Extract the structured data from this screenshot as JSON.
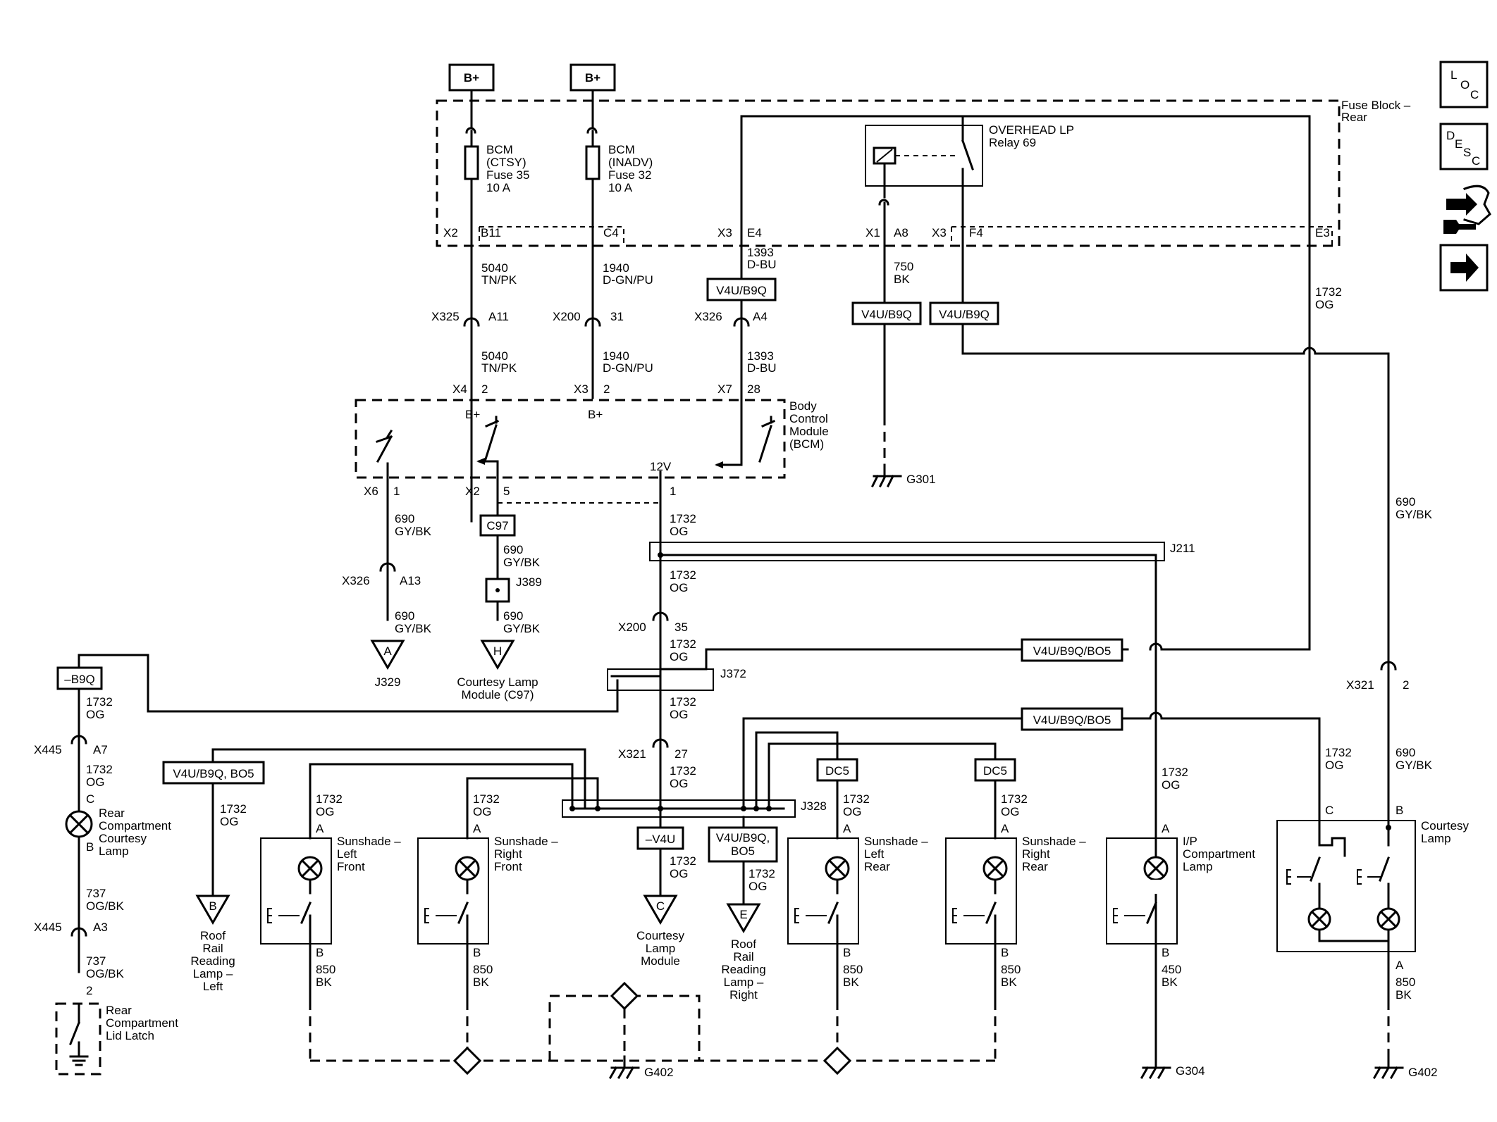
{
  "battery": [
    "B+",
    "B+"
  ],
  "fuse_block": {
    "name": "Fuse Block –",
    "name2": "Rear"
  },
  "fuses": [
    {
      "l1": "BCM",
      "l2": "(CTSY)",
      "l3": "Fuse 35",
      "l4": "10 A"
    },
    {
      "l1": "BCM",
      "l2": "(INADV)",
      "l3": "Fuse 32",
      "l4": "10 A"
    }
  ],
  "relay": {
    "l1": "OVERHEAD LP",
    "l2": "Relay 69"
  },
  "fb_pins": {
    "x2": "X2",
    "b11": "B11",
    "c4": "C4",
    "x3a": "X3",
    "e4": "E4",
    "x1": "X1",
    "a8": "A8",
    "x3b": "X3",
    "f4": "F4",
    "e3": "E3"
  },
  "wires": {
    "w5040": "5040",
    "tnpk": "TN/PK",
    "w1940": "1940",
    "dgnpu": "D-GN/PU",
    "w1393": "1393",
    "dbu": "D-BU",
    "w750": "750",
    "bk": "BK",
    "w1732": "1732",
    "og": "OG",
    "w690": "690",
    "gybk": "GY/BK",
    "w737": "737",
    "ogbk": "OG/BK",
    "w850": "850",
    "w450": "450"
  },
  "options": {
    "v4ub9q": "V4U/B9Q",
    "v4ub9qbo5": "V4U/B9Q/BO5",
    "v4ub9q_bo5a": "V4U/B9Q,",
    "v4ub9q_bo5b": "BO5",
    "v4ub9q_bo5": "V4U/B9Q, BO5",
    "b9q": "–B9Q",
    "v4u": "–V4U",
    "dc5": "DC5",
    "c97": "C97"
  },
  "connectors": {
    "x325": "X325",
    "a11": "A11",
    "x200": "X200",
    "p31": "31",
    "x326": "X326",
    "a4": "A4",
    "x4": "X4",
    "p2": "2",
    "x3": "X3",
    "x7": "X7",
    "p28": "28",
    "bplus": "B+",
    "x6": "X6",
    "p1": "1",
    "p5": "5",
    "a13": "A13",
    "j389": "J389",
    "j211": "J211",
    "j372": "J372",
    "j328": "J328",
    "p35": "35",
    "x321": "X321",
    "p27": "27",
    "x445": "X445",
    "a7": "A7",
    "a3": "A3",
    "pc": "C",
    "pb": "B",
    "pa": "A",
    "v12": "12V"
  },
  "bcm": {
    "l1": "Body",
    "l2": "Control",
    "l3": "Module",
    "l4": "(BCM)"
  },
  "refs": {
    "a": "A",
    "j329": "J329",
    "h": "H",
    "cl1": "Courtesy Lamp",
    "cl2": "Module (C97)",
    "b": "B",
    "c": "C",
    "e": "E"
  },
  "grounds": {
    "g301": "G301",
    "g402": "G402",
    "g304": "G304",
    "g402b": "G402"
  },
  "components": {
    "rccl": [
      "Rear",
      "Compartment",
      "Courtesy",
      "Lamp"
    ],
    "rcll": [
      "Rear",
      "Compartment",
      "Lid Latch"
    ],
    "sslf": [
      "Sunshade –",
      "Left",
      "Front"
    ],
    "ssrf": [
      "Sunshade –",
      "Right",
      "Front"
    ],
    "sslr": [
      "Sunshade –",
      "Left",
      "Rear"
    ],
    "ssrr": [
      "Sunshade –",
      "Right",
      "Rear"
    ],
    "ipcl": [
      "I/P",
      "Compartment",
      "Lamp"
    ],
    "cl": [
      "Courtesy",
      "Lamp"
    ],
    "rrrl": [
      "Roof",
      "Rail",
      "Reading",
      "Lamp –",
      "Left"
    ],
    "rrrr": [
      "Roof",
      "Rail",
      "Reading",
      "Lamp –",
      "Right"
    ],
    "clm": [
      "Courtesy",
      "Lamp",
      "Module"
    ]
  },
  "side_icons": {
    "loc": "LOC",
    "desc": "DESC",
    "arrow": "arrow-right-icon",
    "tool": "connector-tool-icon"
  }
}
